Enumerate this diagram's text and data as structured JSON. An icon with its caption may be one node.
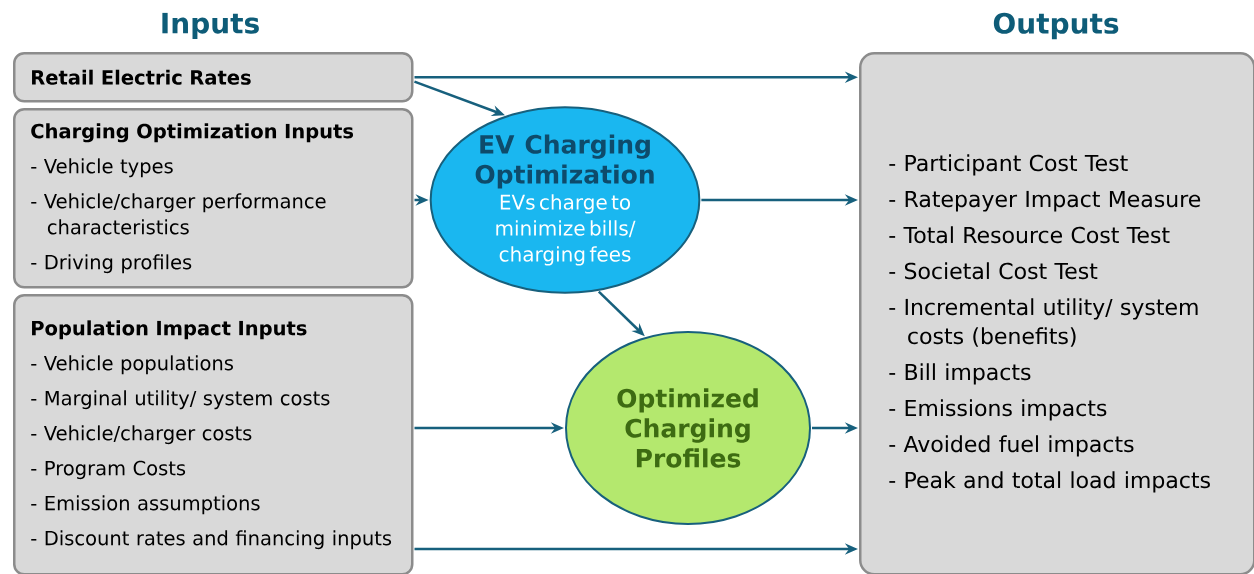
{
  "diagram": {
    "nodes": [
      {
        "text": [
          "Retail Electric Rates"
        ]
      },
      {
        "text": [
          "Charging Optimization Inputs",
          "- Vehicle types",
          "- Vehicle/charger performance characteristics",
          "- Driving profiles"
        ]
      },
      {
        "text": [
          "Population Impact Inputs",
          "- Vehicle populations",
          "- Marginal utility/ system costs",
          "- Vehicle/charger costs",
          "- Program Costs",
          "- Emission assumptions",
          "- Discount rates and financing inputs"
        ]
      },
      {
        "text": [
          "EV Charging Optimization",
          "EVs charge to minimize bills/ charging fees"
        ]
      },
      {
        "text": [
          "Optimized Charging Profiles"
        ]
      },
      {
        "text": [
          "Outputs",
          "- Participant Cost Test",
          "- Ratepayer Impact Measure",
          "- Total Resource Cost Test",
          "- Societal Cost Test",
          "- Incremental utility/ system costs (benefits)",
          "- Bill impacts",
          "- Emissions impacts",
          "- Avoided fuel impacts",
          "- Peak and total load impacts"
        ]
      }
    ],
    "edges": [
      {
        "from": 0,
        "to": 5,
        "arrow": "to"
      },
      {
        "from": 0,
        "to": 3,
        "arrow": "to"
      },
      {
        "from": 1,
        "to": 3,
        "arrow": "to"
      },
      {
        "from": 3,
        "to": 5,
        "arrow": "to"
      },
      {
        "from": 3,
        "to": 4,
        "arrow": "to"
      },
      {
        "from": 2,
        "to": 4,
        "arrow": "to"
      },
      {
        "from": 4,
        "to": 5,
        "arrow": "to"
      },
      {
        "from": 2,
        "to": 5,
        "arrow": "to"
      }
    ],
    "labels": [
      "Inputs"
    ]
  }
}
